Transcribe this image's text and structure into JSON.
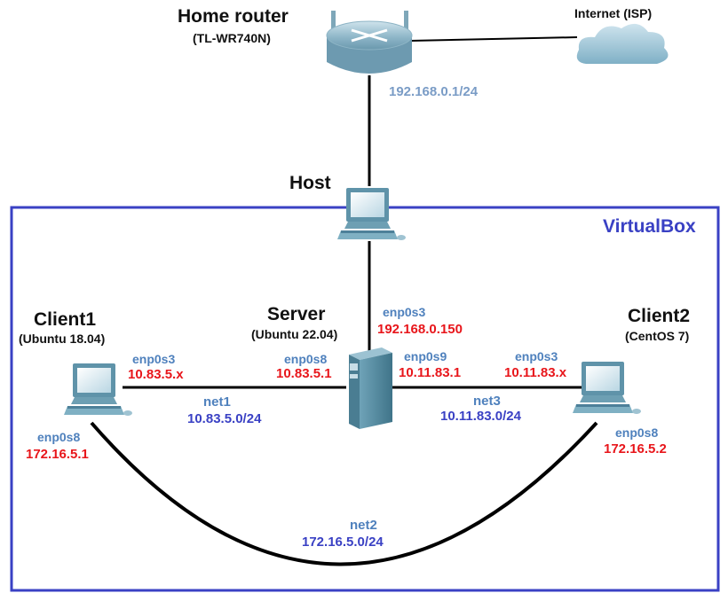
{
  "router": {
    "name": "Home router",
    "model": "(TL-WR740N)",
    "ip": "192.168.0.1/24"
  },
  "internet": {
    "name": "Internet (ISP)"
  },
  "host": {
    "name": "Host"
  },
  "virtualbox": {
    "name": "VirtualBox",
    "border_color": "#3a41c4"
  },
  "server": {
    "name": "Server",
    "os": "(Ubuntu 22.04)",
    "enp0s3": {
      "iface": "enp0s3",
      "ip": "192.168.0.150"
    },
    "enp0s8": {
      "iface": "enp0s8",
      "ip": "10.83.5.1"
    },
    "enp0s9": {
      "iface": "enp0s9",
      "ip": "10.11.83.1"
    }
  },
  "client1": {
    "name": "Client1",
    "os": "(Ubuntu 18.04)",
    "enp0s3": {
      "iface": "enp0s3",
      "ip": "10.83.5.x"
    },
    "enp0s8": {
      "iface": "enp0s8",
      "ip": "172.16.5.1"
    }
  },
  "client2": {
    "name": "Client2",
    "os": "(CentOS 7)",
    "enp0s3": {
      "iface": "enp0s3",
      "ip": "10.11.83.x"
    },
    "enp0s8": {
      "iface": "enp0s8",
      "ip": "172.16.5.2"
    }
  },
  "networks": {
    "net1": {
      "name": "net1",
      "subnet": "10.83.5.0/24"
    },
    "net2": {
      "name": "net2",
      "subnet": "172.16.5.0/24"
    },
    "net3": {
      "name": "net3",
      "subnet": "10.11.83.0/24"
    }
  },
  "colors": {
    "ip": "#e8161b",
    "subnet": "#3a41c4",
    "interface": "#4f81bd",
    "device": "#5a90a8"
  }
}
